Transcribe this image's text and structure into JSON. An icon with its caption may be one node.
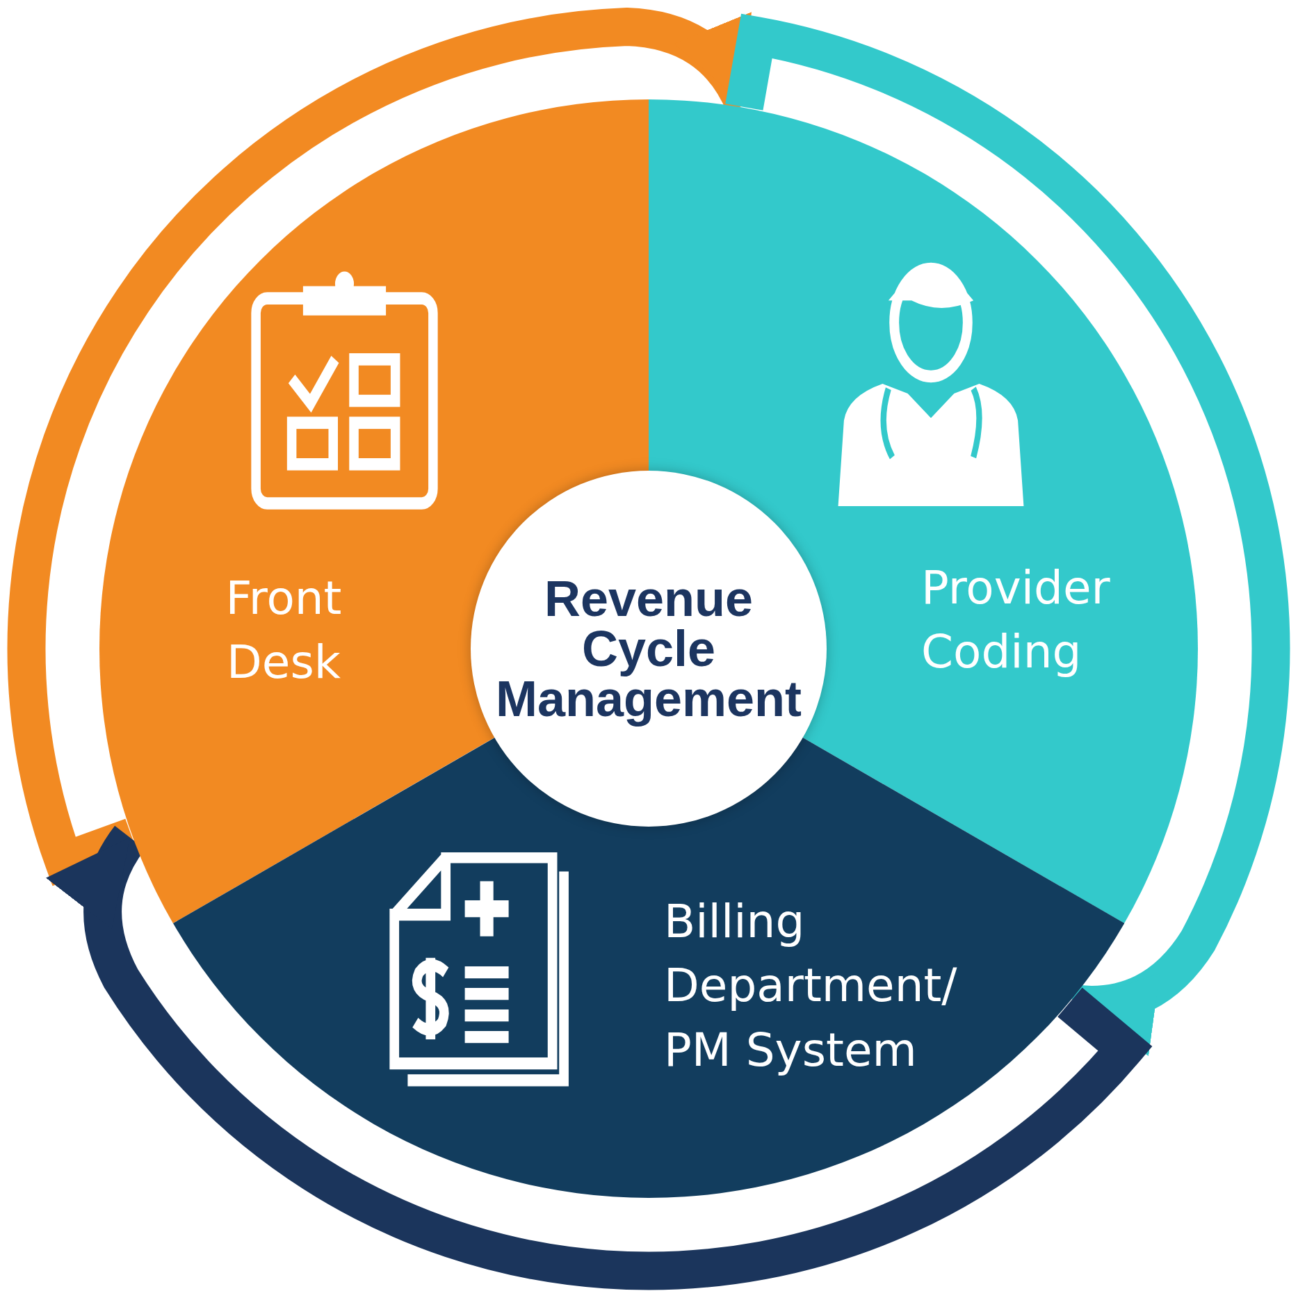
{
  "diagram": {
    "nodes": [
      {
        "text": [
          "Revenue Cycle Management"
        ]
      },
      {
        "text": [
          "Front Desk"
        ]
      },
      {
        "text": [
          "Provider Coding"
        ]
      },
      {
        "text": [
          "Billing Department/ PM System"
        ]
      }
    ],
    "edges": [
      {
        "from": 1,
        "to": 2,
        "arrow": "to",
        "color": "#f28a22"
      },
      {
        "from": 2,
        "to": 3,
        "arrow": "to",
        "color": "#33c9cb"
      },
      {
        "from": 3,
        "to": 1,
        "arrow": "to",
        "color": "#1b355c"
      }
    ]
  }
}
